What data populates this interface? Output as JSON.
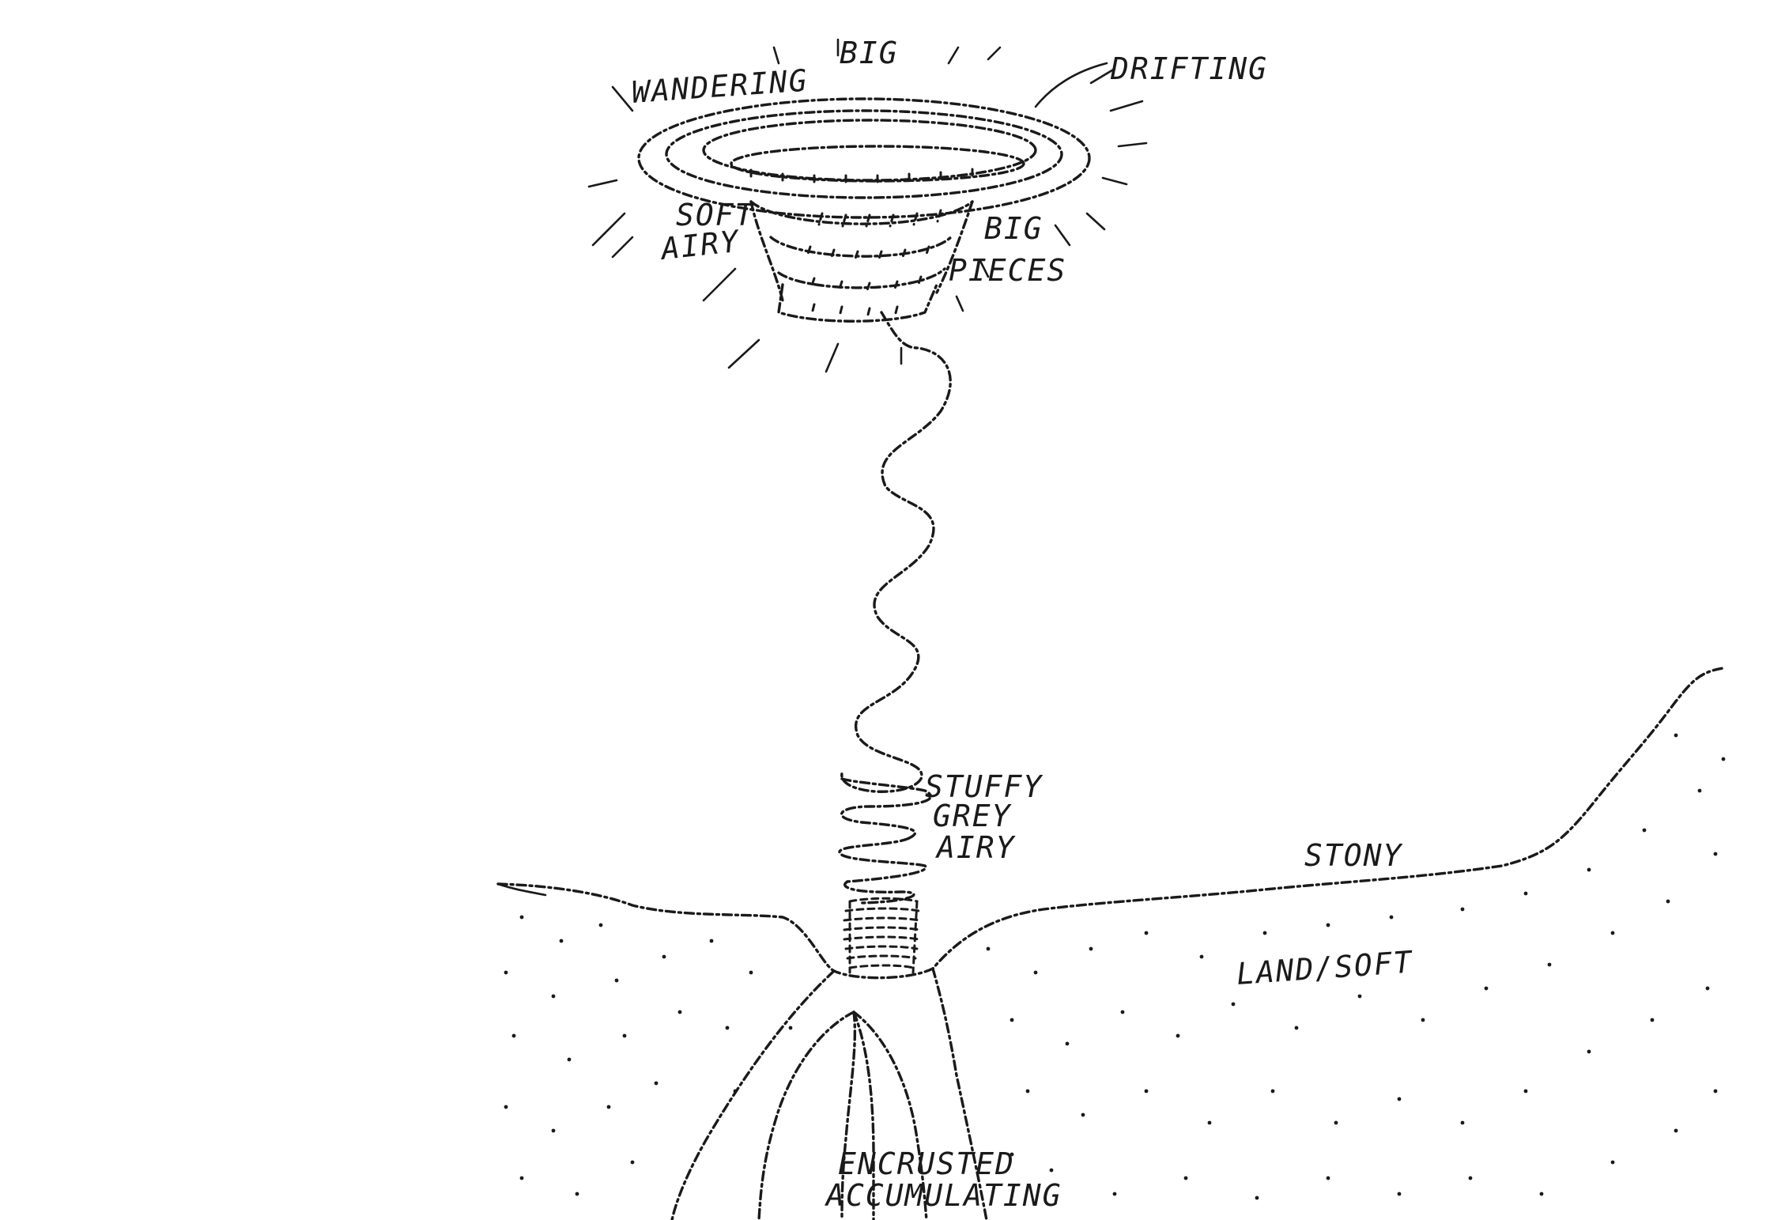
{
  "labels": {
    "wandering": "WANDERING",
    "big_top": "BIG",
    "drifting": "DRIFTING",
    "soft": "SOFT",
    "airy_top": "AIRY",
    "big_side": "BIG",
    "pieces": "PIECES",
    "stuffy": "STUFFY",
    "grey": "GREY",
    "airy_mid": "AIRY",
    "stony": "STONY",
    "land_soft": "LAND/SOFT",
    "encrusted": "ENCRUSTED",
    "accumulating": "ACCUMULATING"
  },
  "colors": {
    "ink": "#1a1a1a",
    "paper": "#ffffff"
  }
}
